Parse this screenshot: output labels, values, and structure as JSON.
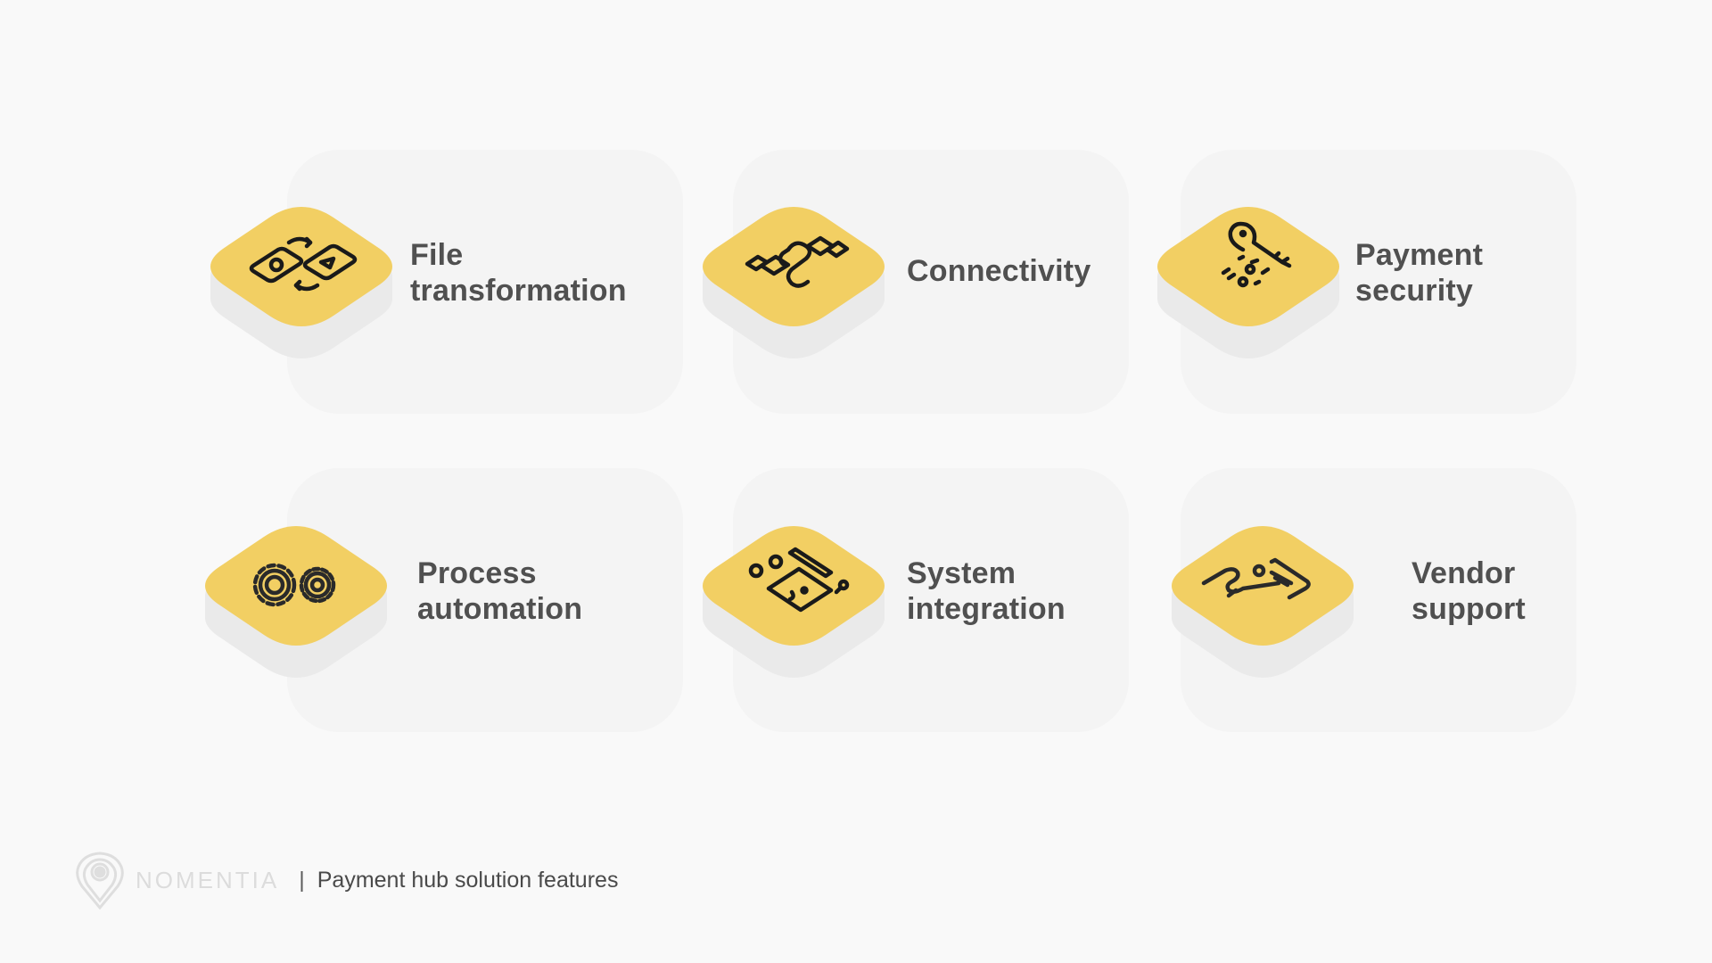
{
  "colors": {
    "background": "#f9f9f9",
    "card": "#f4f4f4",
    "tile_top": "#f2cf63",
    "tile_side": "#eaeaea",
    "icon_stroke": "#1a1a1a",
    "label_text": "#505050"
  },
  "features": [
    {
      "line1": "File",
      "line2": "transformation",
      "icon": "file-transformation-icon"
    },
    {
      "line1": "Connectivity",
      "line2": "",
      "icon": "cable-plug-icon"
    },
    {
      "line1": "Payment",
      "line2": "security",
      "icon": "key-binary-icon"
    },
    {
      "line1": "Process",
      "line2": "automation",
      "icon": "gears-icon"
    },
    {
      "line1": "System",
      "line2": "integration",
      "icon": "system-integration-icon"
    },
    {
      "line1": "Vendor",
      "line2": "support",
      "icon": "person-document-icon"
    }
  ],
  "footer": {
    "brand": "NOMENTIA",
    "separator": "|",
    "subtitle": "Payment hub solution features",
    "logo_icon": "location-pin-logo-icon"
  }
}
